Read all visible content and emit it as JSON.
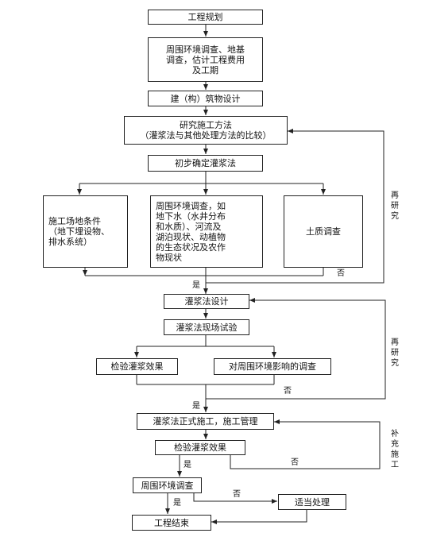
{
  "nodes": {
    "n1": "工程规划",
    "n2": "周围环境调查、地基\n调查，估计工程费用\n及工期",
    "n3": "建（构）筑物设计",
    "n4": "研究施工方法\n（灌浆法与其他处理方法的比较）",
    "n5": "初步确定灌浆法",
    "n6": "施工场地条件\n（地下埋设物、\n排水系统）",
    "n7": "周围环境调查，如\n地下水（水井分布\n和水质）、河流及\n湖泊现状、动植物\n的生态状况及农作\n物现状",
    "n8": "土质调查",
    "n9": "灌浆法设计",
    "n10": "灌浆法现场试验",
    "n11": "检验灌浆效果",
    "n12": "对周围环境影响的调查",
    "n13": "灌浆法正式施工，施工管理",
    "n14": "检验灌浆效果",
    "n15": "周围环境调查",
    "n16": "适当处理",
    "n17": "工程结束"
  },
  "labels": {
    "yes1": "是",
    "no1": "否",
    "yes2": "是",
    "no2": "否",
    "yes3": "是",
    "no3": "否",
    "yes4": "是",
    "no4": "否",
    "loop1": "再研究",
    "loop2": "再研究",
    "loop3": "补充施工"
  }
}
